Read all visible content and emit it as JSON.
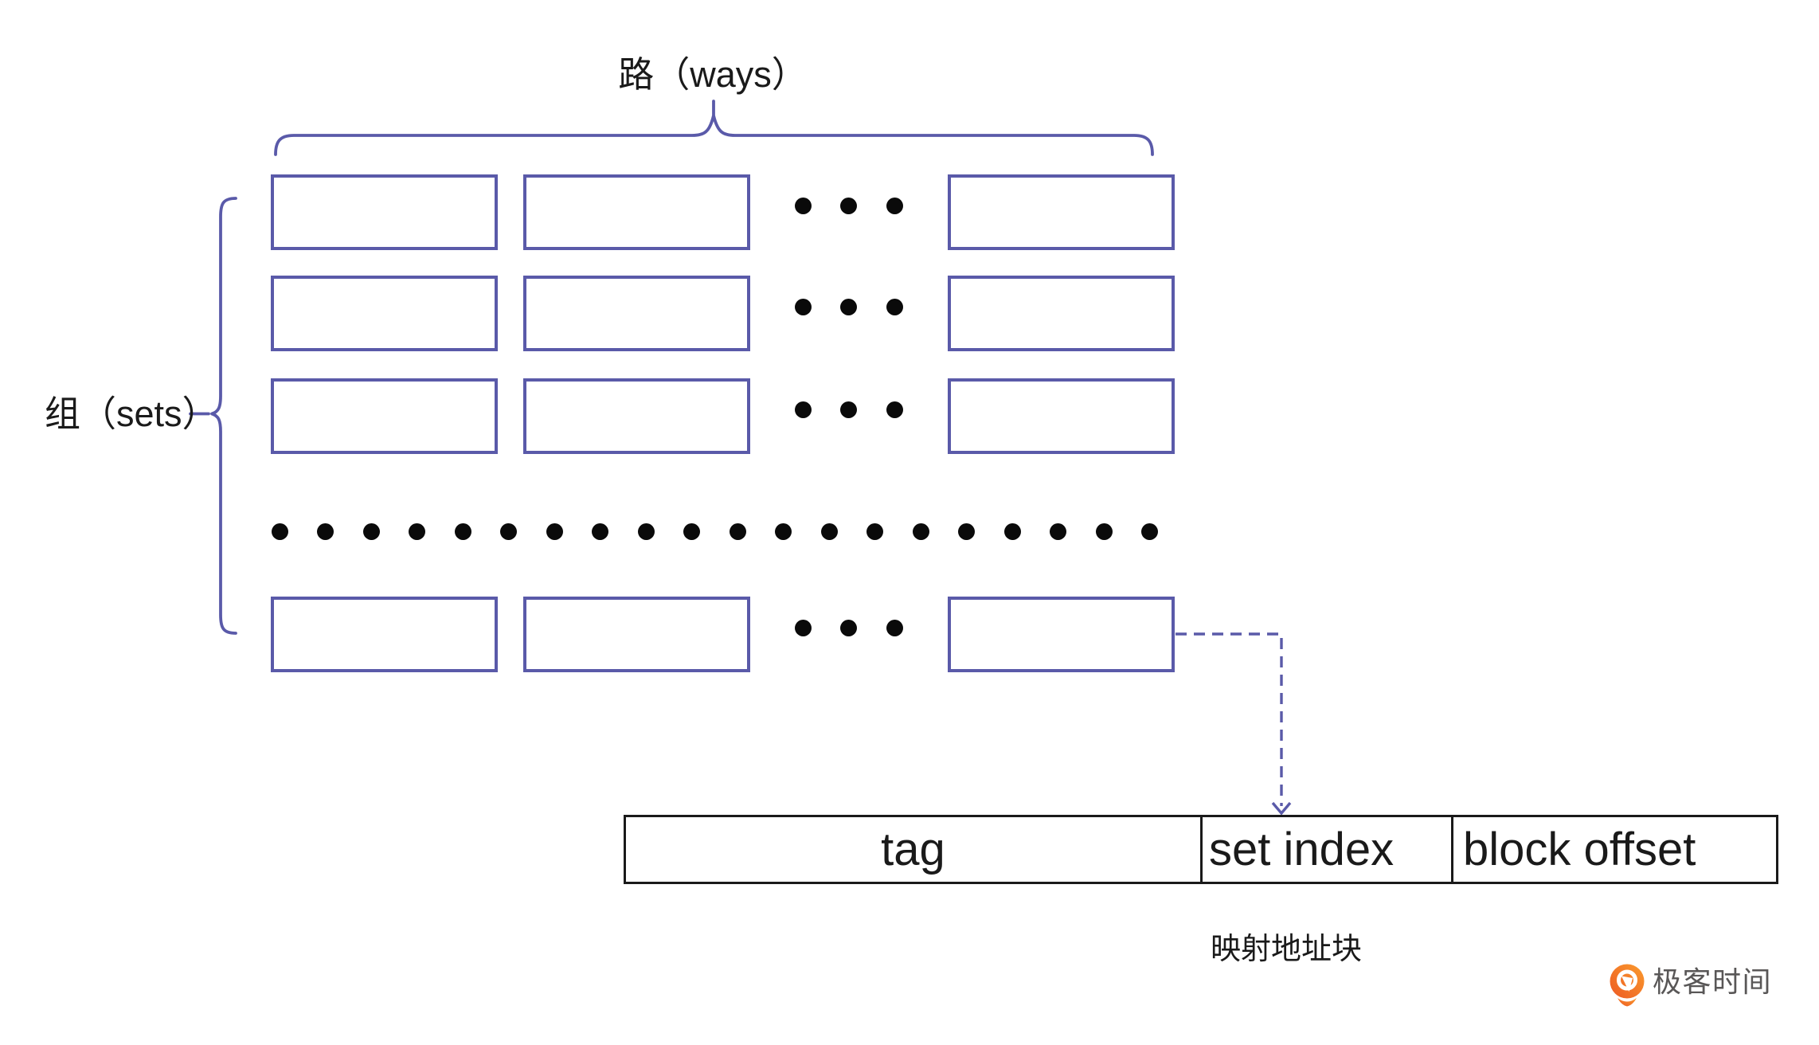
{
  "labels": {
    "ways": "路（ways）",
    "sets": "组（sets）",
    "address_caption": "映射地址块"
  },
  "cache_grid": {
    "set_rows": 4,
    "ways_boxes_per_row": 3,
    "row_ellipsis_dots": 3,
    "set_ellipsis_dots": 20
  },
  "address_table": {
    "fields": [
      {
        "label": "tag"
      },
      {
        "label": "set index"
      },
      {
        "label": "block offset"
      }
    ]
  },
  "logo": {
    "text": "极客时间"
  },
  "colors": {
    "outline_purple": "#5a5aa9",
    "text_black": "#1a1a1a",
    "dot_black": "#0a0a0a",
    "table_border": "#1a1a1a",
    "logo_orange_light": "#fa9b2d",
    "logo_orange_dark": "#ed5a24",
    "logo_text_gray": "#595757"
  }
}
